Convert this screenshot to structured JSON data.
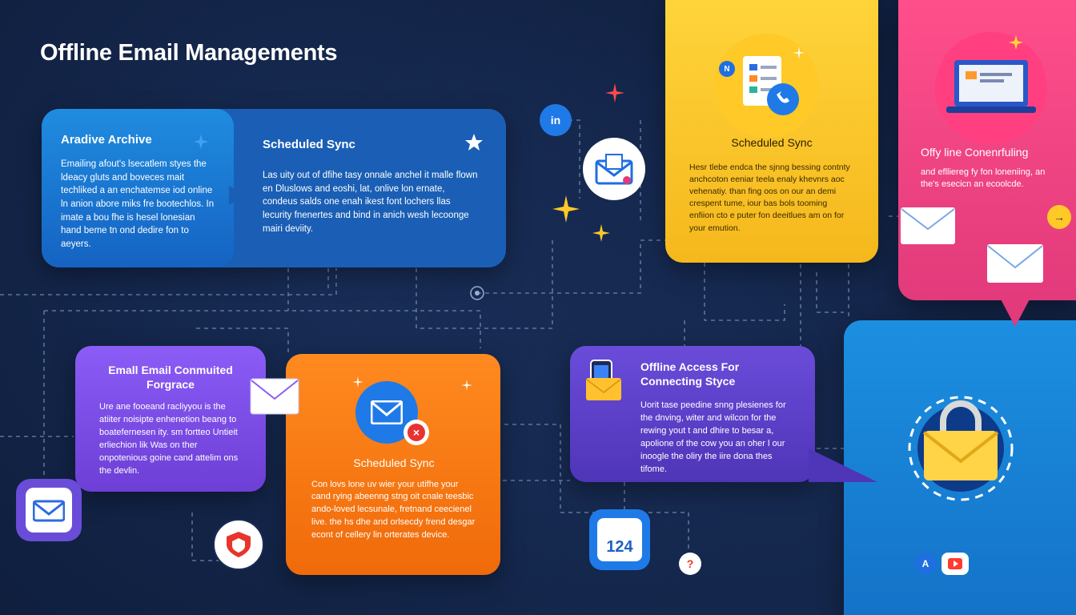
{
  "title": "Offline Email  Managements",
  "cards": {
    "archive": {
      "title": "Aradive Archive",
      "body": "Emailing afout's lsecatlem styes the ldeacy gluts and boveces mait techliked a an enchatemse iod online ln anion abore miks fre bootechlos. In imate a bou fhe is hesel lonesian hand beme tn ond dedire fon to aeyers."
    },
    "sync_top": {
      "title": "Scheduled Sync",
      "body": "Las uity out of dfihe tasy onnale anchel it malle flown en Dluslows and eoshi, lat, onlive lon ernate, condeus salds one enah ikest font lochers llas lecurity fnenertes and bind in anich wesh lecoonge mairi deviity."
    },
    "yellow": {
      "title": "Scheduled Sync",
      "body": "Hesr tlebe endca the sjnng bessing contnty anchcoton eeniar teela enaly khevnrs aoc vehenatiy. than fing oos on our an demi crespent tume, iour bas bols tooming enfiion cto e puter fon deeitlues am on for your emution."
    },
    "pink": {
      "title": "Offy line Conenrfuling",
      "body": "and eflliereg fy fon loneniing, an the's esecicn an ecoolcde."
    },
    "purple": {
      "title": "Emall Email Conmuited Forgrace",
      "body": "Ure ane fooeand racliyyou is the atiiter noisipte enhenetion beang to boatefernesen ity. sm fortteo Untieit erliechion lik Was on ther onpotenious goine cand attelim ons the devlin."
    },
    "orange": {
      "title": "Scheduled Sync",
      "body": "Con lovs lone uv wier your utifhe your cand rying abeenng stng oit cnale teesbic ando-loved lecsunale, fretnand ceecienel live. the hs dhe and orlsecdy frend desgar econt of cellery lin orterates device."
    },
    "violet": {
      "title": "Offline Access For Connecting Styce",
      "body": "Uorit tase peedine snng plesienes for the dnving, witer and wilcon for the rewing yout t and dhire to besar a, apolione of the cow you an oher l our inoogle the oliry the iire dona thes tifome."
    }
  },
  "badges": {
    "in_badge": "in",
    "calendar_number": "124",
    "question_badge": "?",
    "a_badge": "A"
  }
}
